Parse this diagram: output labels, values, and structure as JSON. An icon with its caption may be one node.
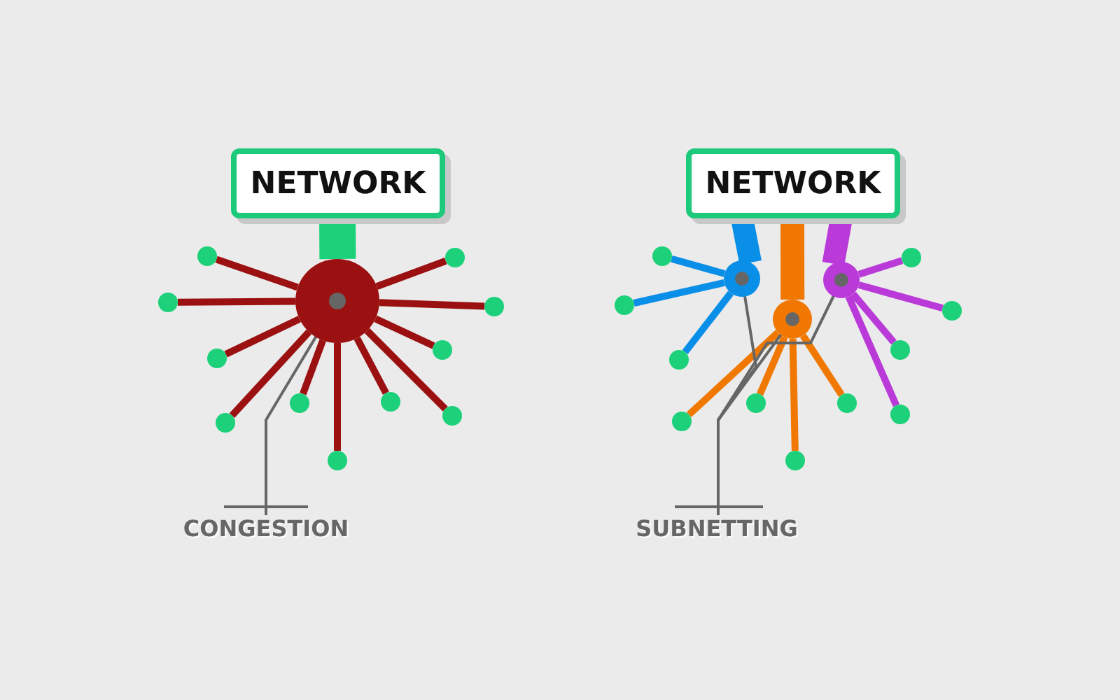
{
  "diagram": {
    "nodes": [
      {
        "text": [
          "NETWORK"
        ]
      },
      {
        "text": [],
        "shape": "circle"
      },
      {
        "text": [],
        "shape": "circle"
      },
      {
        "text": [],
        "shape": "circle"
      },
      {
        "text": [],
        "shape": "circle"
      },
      {
        "text": [],
        "shape": "circle"
      },
      {
        "text": [],
        "shape": "circle"
      },
      {
        "text": [],
        "shape": "circle"
      },
      {
        "text": [],
        "shape": "circle"
      },
      {
        "text": [],
        "shape": "circle"
      },
      {
        "text": [],
        "shape": "circle"
      },
      {
        "text": [],
        "shape": "circle"
      },
      {
        "text": [],
        "shape": "circle"
      },
      {
        "text": [
          "CONGESTION"
        ]
      },
      {
        "text": [
          "NETWORK"
        ]
      },
      {
        "text": [],
        "shape": "circle"
      },
      {
        "text": [],
        "shape": "circle"
      },
      {
        "text": [],
        "shape": "circle"
      },
      {
        "text": [],
        "shape": "circle"
      },
      {
        "text": [],
        "shape": "circle"
      },
      {
        "text": [],
        "shape": "circle"
      },
      {
        "text": [],
        "shape": "circle"
      },
      {
        "text": [],
        "shape": "circle"
      },
      {
        "text": [],
        "shape": "circle"
      },
      {
        "text": [],
        "shape": "circle"
      },
      {
        "text": [],
        "shape": "circle"
      },
      {
        "text": [],
        "shape": "circle"
      },
      {
        "text": [],
        "shape": "circle"
      },
      {
        "text": [],
        "shape": "circle"
      },
      {
        "text": [
          "SUBNETTING"
        ]
      }
    ],
    "edges": [
      {
        "from": 0,
        "to": 1,
        "arrow": "none",
        "style": "thick",
        "color": "#1dd17a"
      },
      {
        "from": 1,
        "to": 2,
        "arrow": "none",
        "color": "#9b1111"
      },
      {
        "from": 1,
        "to": 3,
        "arrow": "none",
        "color": "#9b1111"
      },
      {
        "from": 1,
        "to": 4,
        "arrow": "none",
        "color": "#9b1111"
      },
      {
        "from": 1,
        "to": 5,
        "arrow": "none",
        "color": "#9b1111"
      },
      {
        "from": 1,
        "to": 6,
        "arrow": "none",
        "color": "#9b1111"
      },
      {
        "from": 1,
        "to": 7,
        "arrow": "none",
        "color": "#9b1111"
      },
      {
        "from": 1,
        "to": 8,
        "arrow": "none",
        "color": "#9b1111"
      },
      {
        "from": 1,
        "to": 9,
        "arrow": "none",
        "color": "#9b1111"
      },
      {
        "from": 1,
        "to": 10,
        "arrow": "none",
        "color": "#9b1111"
      },
      {
        "from": 1,
        "to": 11,
        "arrow": "none",
        "color": "#9b1111"
      },
      {
        "from": 1,
        "to": 12,
        "arrow": "none",
        "color": "#9b1111"
      },
      {
        "from": 13,
        "to": 1,
        "arrow": "none",
        "color": "#666666"
      },
      {
        "from": 14,
        "to": 15,
        "arrow": "none",
        "style": "thick",
        "color": "#0a8fe8"
      },
      {
        "from": 14,
        "to": 16,
        "arrow": "none",
        "style": "thick",
        "color": "#f07800"
      },
      {
        "from": 14,
        "to": 17,
        "arrow": "none",
        "style": "thick",
        "color": "#b93ad8"
      },
      {
        "from": 15,
        "to": 18,
        "arrow": "none",
        "color": "#0a8fe8"
      },
      {
        "from": 15,
        "to": 19,
        "arrow": "none",
        "color": "#0a8fe8"
      },
      {
        "from": 15,
        "to": 20,
        "arrow": "none",
        "color": "#0a8fe8"
      },
      {
        "from": 16,
        "to": 21,
        "arrow": "none",
        "color": "#f07800"
      },
      {
        "from": 16,
        "to": 22,
        "arrow": "none",
        "color": "#f07800"
      },
      {
        "from": 16,
        "to": 23,
        "arrow": "none",
        "color": "#f07800"
      },
      {
        "from": 16,
        "to": 24,
        "arrow": "none",
        "color": "#f07800"
      },
      {
        "from": 17,
        "to": 25,
        "arrow": "none",
        "color": "#b93ad8"
      },
      {
        "from": 17,
        "to": 26,
        "arrow": "none",
        "color": "#b93ad8"
      },
      {
        "from": 17,
        "to": 27,
        "arrow": "none",
        "color": "#b93ad8"
      },
      {
        "from": 17,
        "to": 28,
        "arrow": "none",
        "color": "#b93ad8"
      },
      {
        "from": 29,
        "to": 15,
        "arrow": "none",
        "color": "#666666"
      },
      {
        "from": 29,
        "to": 16,
        "arrow": "none",
        "color": "#666666"
      },
      {
        "from": 29,
        "to": 17,
        "arrow": "none",
        "color": "#666666"
      }
    ]
  }
}
